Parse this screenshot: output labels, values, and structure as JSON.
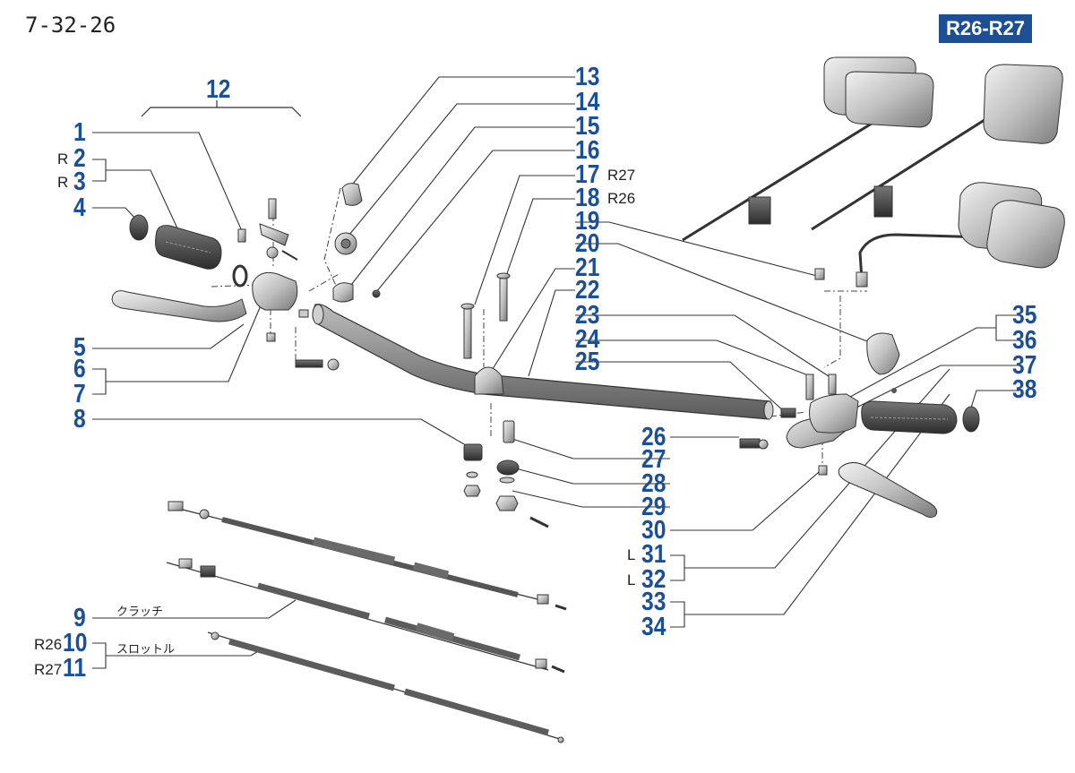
{
  "header": {
    "page_ref": "7-32-26",
    "model_badge": "R26-R27"
  },
  "callouts": {
    "n1": "1",
    "n2": "2",
    "n3": "3",
    "n4": "4",
    "n5": "5",
    "n6": "6",
    "n7": "7",
    "n8": "8",
    "n9": "9",
    "n10": "10",
    "n11": "11",
    "n12": "12",
    "n13": "13",
    "n14": "14",
    "n15": "15",
    "n16": "16",
    "n17": "17",
    "n18": "18",
    "n19": "19",
    "n20": "20",
    "n21": "21",
    "n22": "22",
    "n23": "23",
    "n24": "24",
    "n25": "25",
    "n26": "26",
    "n27": "27",
    "n28": "28",
    "n29": "29",
    "n30": "30",
    "n31": "31",
    "n32": "32",
    "n33": "33",
    "n34": "34",
    "n35": "35",
    "n36": "36",
    "n37": "37",
    "n38": "38"
  },
  "prefixes": {
    "p2": "R",
    "p3": "R",
    "p10": "R26",
    "p11": "R27",
    "s17": "R27",
    "s18": "R26",
    "p31": "L",
    "p32": "L"
  },
  "labels": {
    "clutch": "クラッチ",
    "throttle": "スロットル"
  },
  "colors": {
    "callout_blue": "#1a4f99",
    "badge_bg": "#1c4f93"
  }
}
